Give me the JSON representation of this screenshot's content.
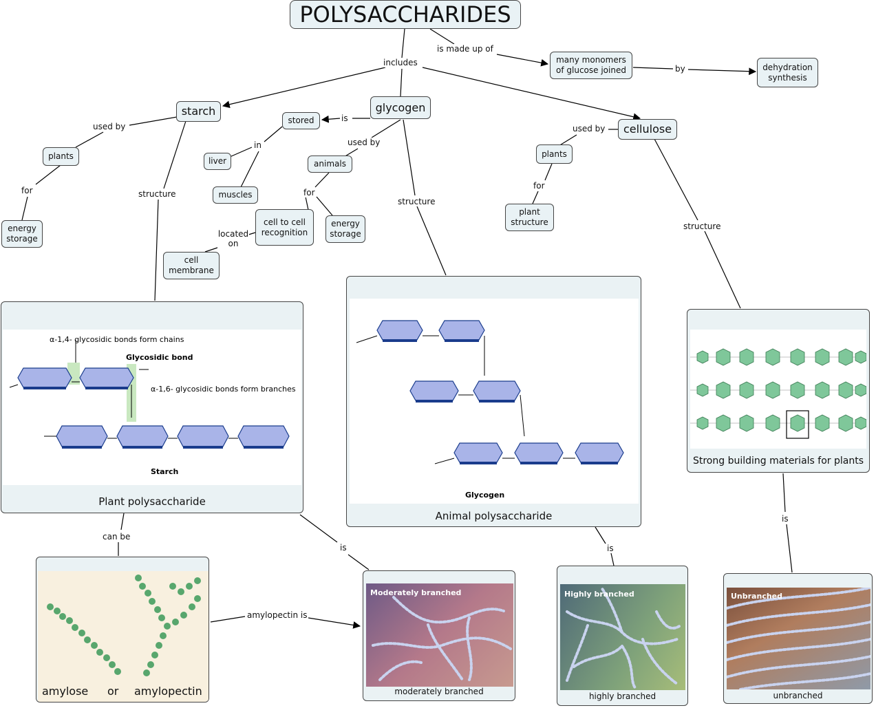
{
  "title": "POLYSACCHARIDES",
  "nodes": {
    "monomers": "many monomers of glucose joined",
    "dehydration": "dehydration synthesis",
    "starch": "starch",
    "glycogen": "glycogen",
    "cellulose": "cellulose",
    "stored": "stored",
    "liver": "liver",
    "muscles": "muscles",
    "animals": "animals",
    "plants_starch": "plants",
    "energy_storage_plants": "energy storage",
    "cell_recognition": "cell to cell recognition",
    "energy_storage_animals": "energy storage",
    "cell_membrane": "cell membrane",
    "plants_cellulose": "plants",
    "plant_structure": "plant structure"
  },
  "links": {
    "made_up_of": "is made up of",
    "includes": "includes",
    "by": "by",
    "used_by_starch": "used by",
    "is_glycogen": "is",
    "used_by_glycogen": "used by",
    "used_by_cellulose": "used by",
    "in": "in",
    "for_starch": "for",
    "for_animals": "for",
    "for_cellulose": "for",
    "located_on": "located on",
    "structure_starch": "structure",
    "structure_glycogen": "structure",
    "structure_cellulose": "structure",
    "can_be": "can be",
    "is_plant": "is",
    "is_animal": "is",
    "is_cellulose": "is",
    "amylopectin_is": "amylopectin is"
  },
  "panels": {
    "plant": {
      "caption": "Plant polysaccharide",
      "figure": {
        "bond_chains": "α-1,4- glycosidic bonds form chains",
        "glycosidic_bond": "Glycosidic bond",
        "bond_branches": "α-1,6- glycosidic bonds form branches",
        "name": "Starch"
      }
    },
    "animal": {
      "caption": "Animal polysaccharide",
      "figure": {
        "name": "Glycogen"
      }
    },
    "cellulose": {
      "caption": "Strong building materials for plants"
    },
    "amylose": {
      "left_word": "amylose",
      "middle_word": "or",
      "right_word": "amylopectin"
    },
    "moderate": {
      "overlay": "Moderately branched",
      "caption": "moderately branched"
    },
    "highly": {
      "overlay": "Highly branched",
      "caption": "highly branched"
    },
    "unbranched": {
      "overlay": "Unbranched",
      "caption": "unbranched"
    }
  },
  "colors": {
    "node_fill": "#e9f2f5",
    "ring_fill": "#a9b4e8",
    "ring_edge": "#1a3c8c",
    "highlight": "#c9e8c0",
    "cellulose_green": "#7fc79a"
  }
}
